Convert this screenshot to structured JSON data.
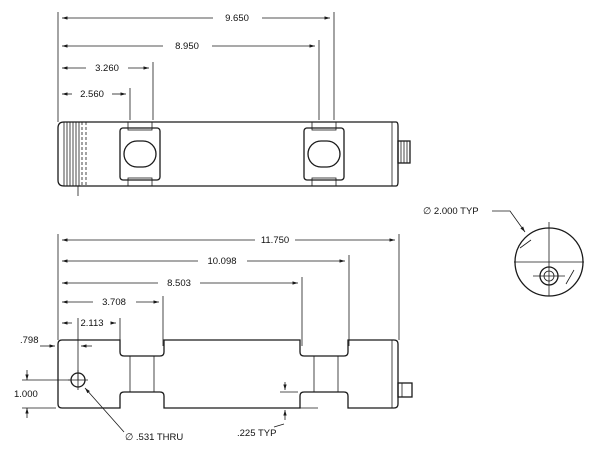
{
  "top_view": {
    "dims": {
      "overall": "9.650",
      "slot_to_slot": "8.950",
      "slot_far": "3.260",
      "slot_near": "2.560"
    }
  },
  "front_view": {
    "dims": {
      "overall": "11.750",
      "second": "10.098",
      "third": "8.503",
      "fourth": "3.708",
      "fifth": "2.113",
      "hole_offset": ".798",
      "height": "1.000"
    },
    "notes": {
      "hole": "∅ .531 THRU",
      "groove": ".225 TYP"
    }
  },
  "end_view": {
    "note": "∅ 2.000 TYP"
  }
}
